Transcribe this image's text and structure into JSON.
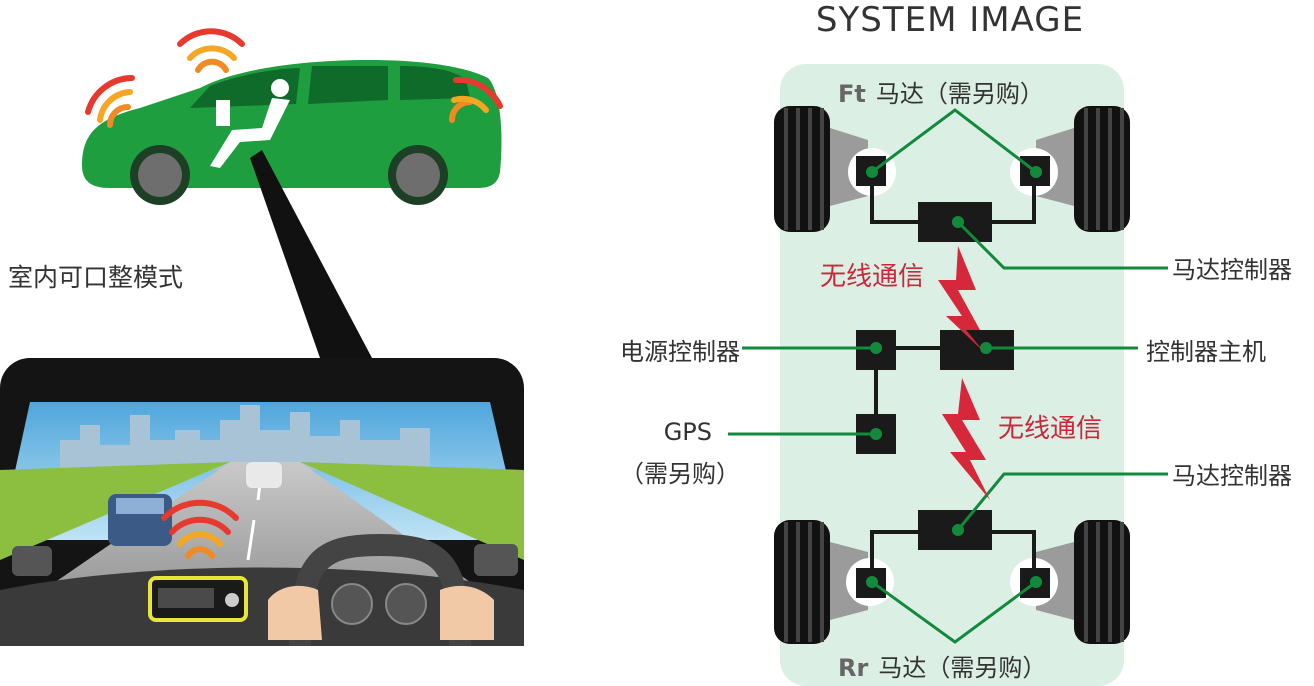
{
  "title": "SYSTEM IMAGE",
  "mode_label": "室内可口整模式",
  "front_motor": {
    "prefix": "Ft",
    "text": "马达（需另购）"
  },
  "rear_motor": {
    "prefix": "Rr",
    "text": "马达（需另购）"
  },
  "labels": {
    "motor_controller_front": "马达控制器",
    "motor_controller_rear": "马达控制器",
    "power_controller": "电源控制器",
    "controller_host": "控制器主机",
    "gps_line1": "GPS",
    "gps_line2": "（需另购）",
    "wireless_1": "无线通信",
    "wireless_2": "无线通信"
  },
  "colors": {
    "car_green": "#1e9e3f",
    "panel_bg": "#dcefe4",
    "connector_green": "#118a3b",
    "wireless_red": "#c8283a",
    "signal_orange": "#f08a24",
    "signal_red": "#e63a2e"
  }
}
